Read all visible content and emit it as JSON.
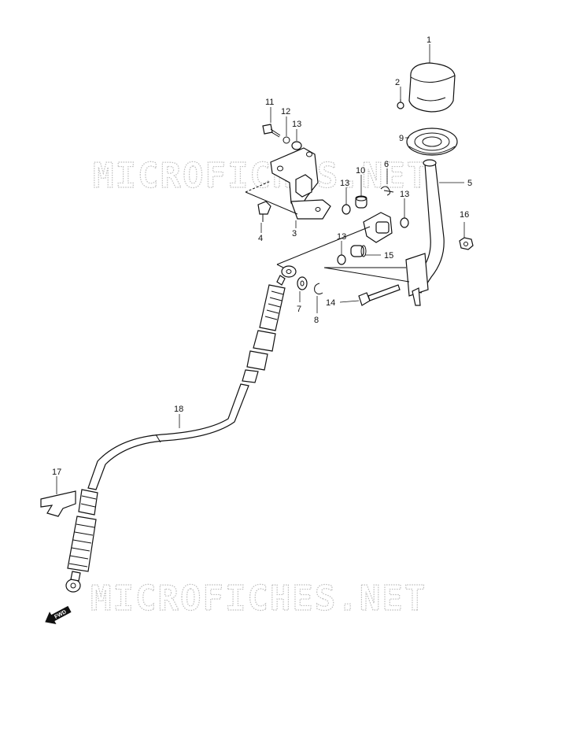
{
  "watermark": "MICROFICHES.NET",
  "fwd_label": "FWD",
  "callouts": [
    "1",
    "2",
    "3",
    "4",
    "5",
    "6",
    "7",
    "8",
    "9",
    "10",
    "11",
    "12",
    "13",
    "14",
    "15",
    "16",
    "17",
    "18"
  ],
  "labels": {
    "c1": "1",
    "c2": "2",
    "c3": "3",
    "c4": "4",
    "c5": "5",
    "c6": "6",
    "c7": "7",
    "c8": "8",
    "c9": "9",
    "c10": "10",
    "c11": "11",
    "c12": "12",
    "c13a": "13",
    "c13b": "13",
    "c13c": "13",
    "c13d": "13",
    "c14": "14",
    "c15": "15",
    "c16": "16",
    "c17": "17",
    "c18": "18"
  }
}
